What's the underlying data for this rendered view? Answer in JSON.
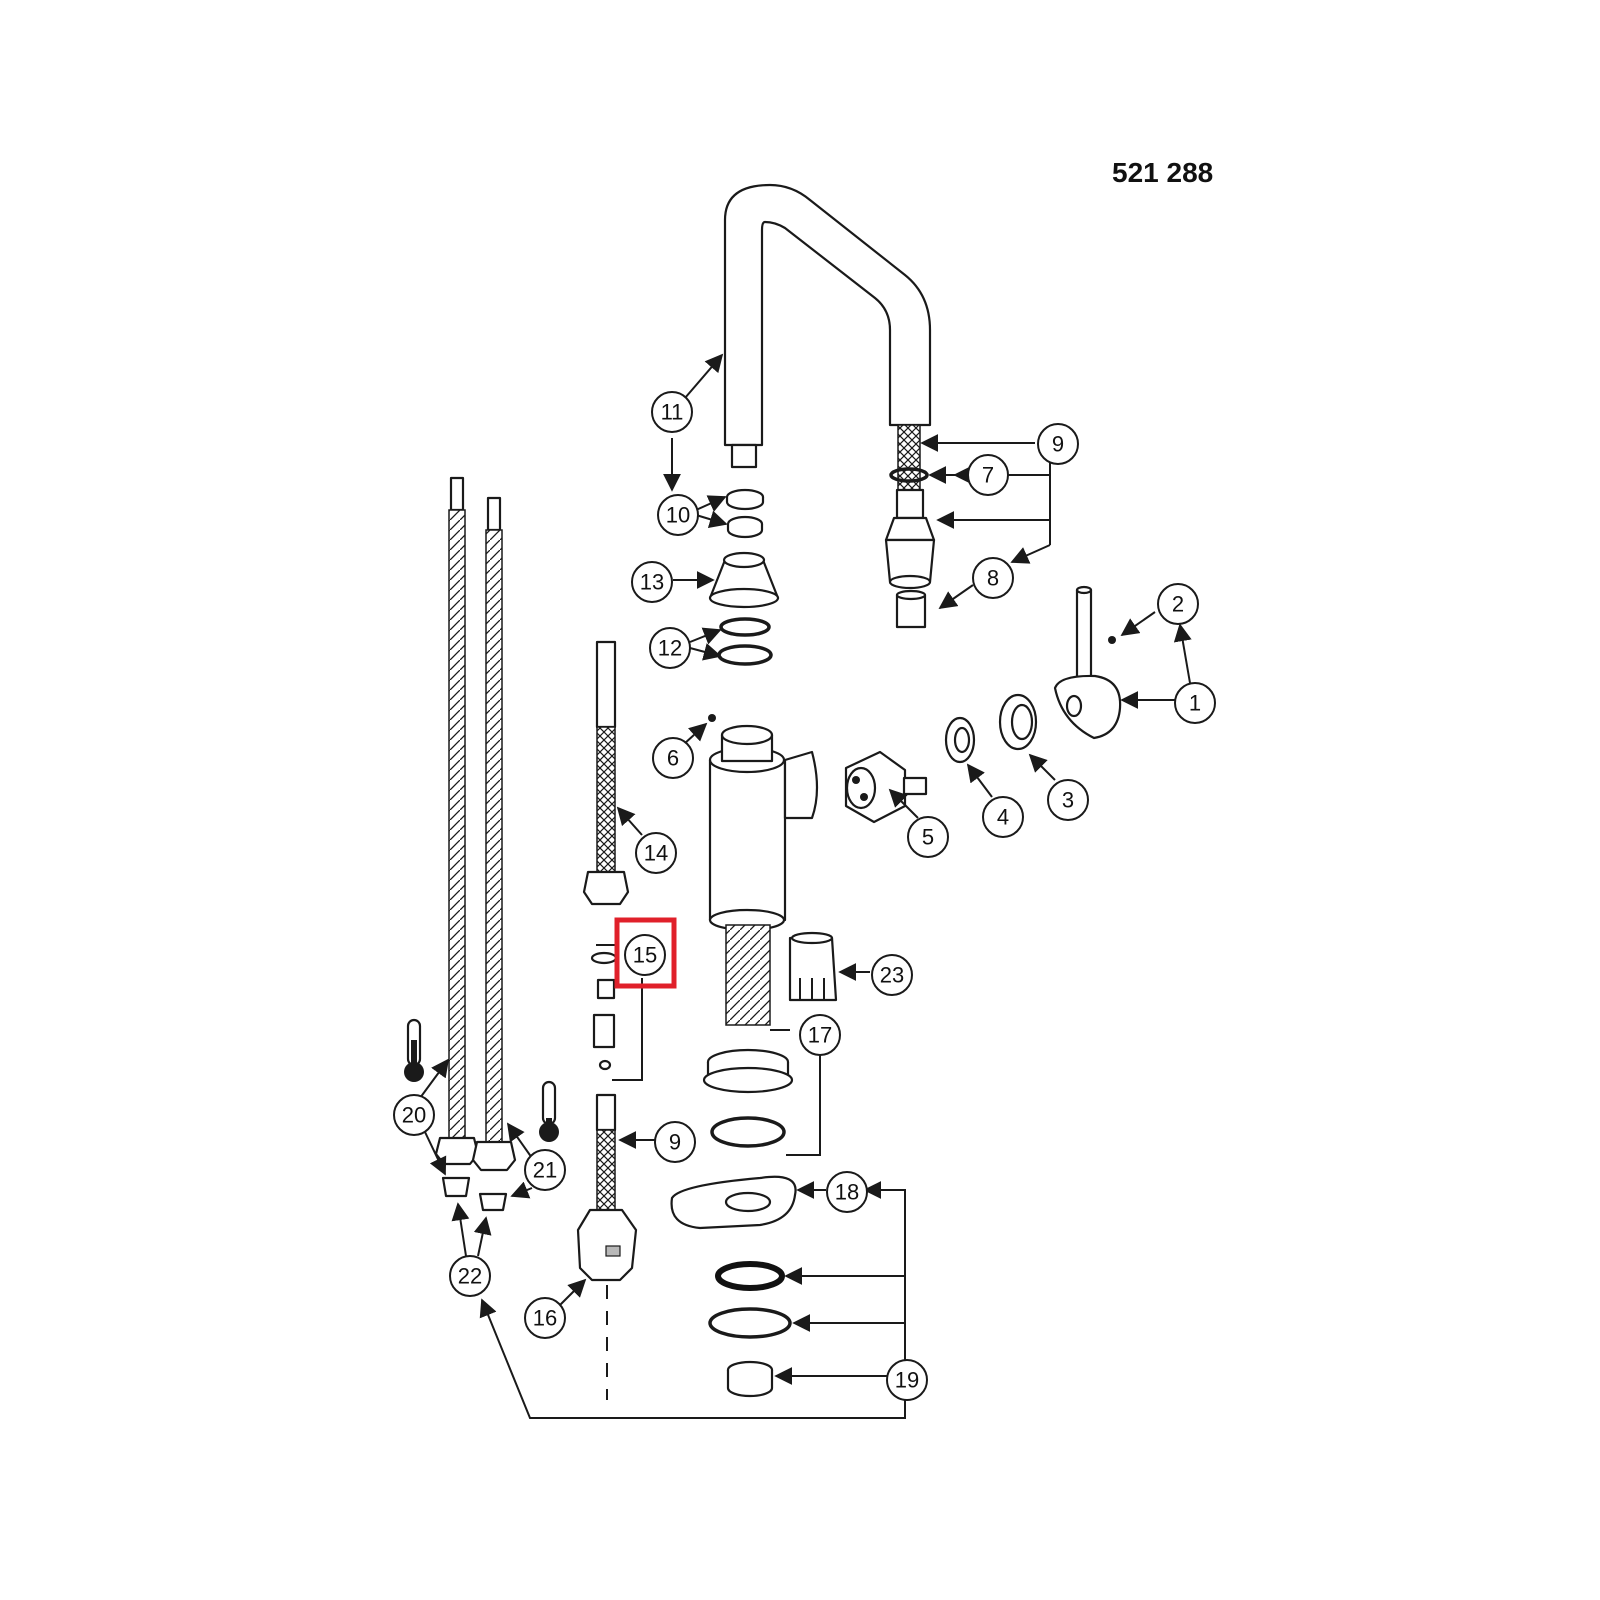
{
  "diagram": {
    "model_number": "521 288",
    "highlight_color": "#e0202a",
    "highlighted_callout": "15",
    "callouts": {
      "c1": "1",
      "c2": "2",
      "c3": "3",
      "c4": "4",
      "c5": "5",
      "c6": "6",
      "c7": "7",
      "c8": "8",
      "c9a": "9",
      "c9b": "9",
      "c10": "10",
      "c11": "11",
      "c12": "12",
      "c13": "13",
      "c14": "14",
      "c15": "15",
      "c16": "16",
      "c17": "17",
      "c18": "18",
      "c19": "19",
      "c20": "20",
      "c21": "21",
      "c22": "22",
      "c23": "23"
    },
    "icons": {
      "hot_indicator": "thermometer-hot-icon",
      "cold_indicator": "thermometer-cold-icon"
    }
  }
}
